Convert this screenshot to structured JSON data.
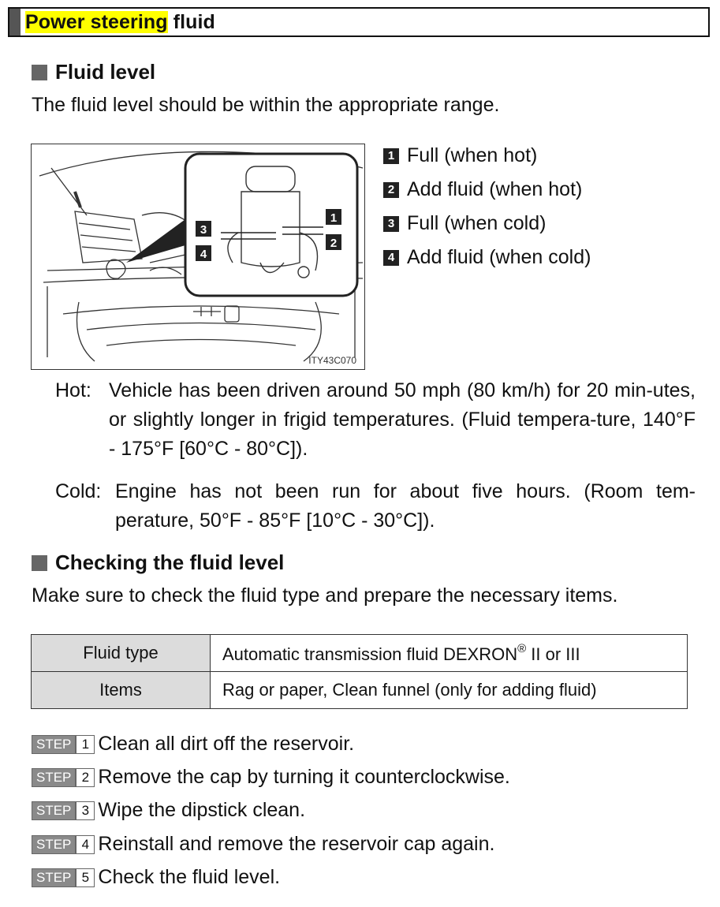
{
  "title": {
    "highlight": "Power steering",
    "rest": " fluid"
  },
  "fluid_level": {
    "heading": "Fluid level",
    "text": "The fluid level should be within the appropriate range.",
    "figure_code": "ITY43C070",
    "callouts": [
      "1",
      "2",
      "3",
      "4"
    ],
    "legend": [
      {
        "num": "1",
        "label": "Full (when hot)"
      },
      {
        "num": "2",
        "label": "Add fluid (when hot)"
      },
      {
        "num": "3",
        "label": "Full (when cold)"
      },
      {
        "num": "4",
        "label": "Add fluid (when cold)"
      }
    ],
    "hot": {
      "label": "Hot:",
      "text": "Vehicle has been driven around 50 mph (80 km/h) for 20 min-utes, or slightly longer in frigid temperatures. (Fluid tempera-ture, 140°F - 175°F [60°C - 80°C])."
    },
    "cold": {
      "label": "Cold:",
      "text": "Engine has not been run for about five hours. (Room tem-perature, 50°F - 85°F [10°C - 30°C])."
    }
  },
  "checking": {
    "heading": "Checking the fluid level",
    "text": "Make sure to check the fluid type and prepare the necessary items.",
    "table": [
      {
        "header": "Fluid type",
        "value": "Automatic transmission fluid DEXRON",
        "sup": "®",
        "value_after": " II or III"
      },
      {
        "header": "Items",
        "value": "Rag or paper, Clean funnel (only for adding fluid)"
      }
    ],
    "step_label": "STEP",
    "steps": [
      {
        "num": "1",
        "text": "Clean all dirt off the reservoir."
      },
      {
        "num": "2",
        "text": "Remove the cap by turning it counterclockwise."
      },
      {
        "num": "3",
        "text": "Wipe the dipstick clean."
      },
      {
        "num": "4",
        "text": "Reinstall and remove the reservoir cap again."
      },
      {
        "num": "5",
        "text": "Check the fluid level."
      }
    ]
  }
}
